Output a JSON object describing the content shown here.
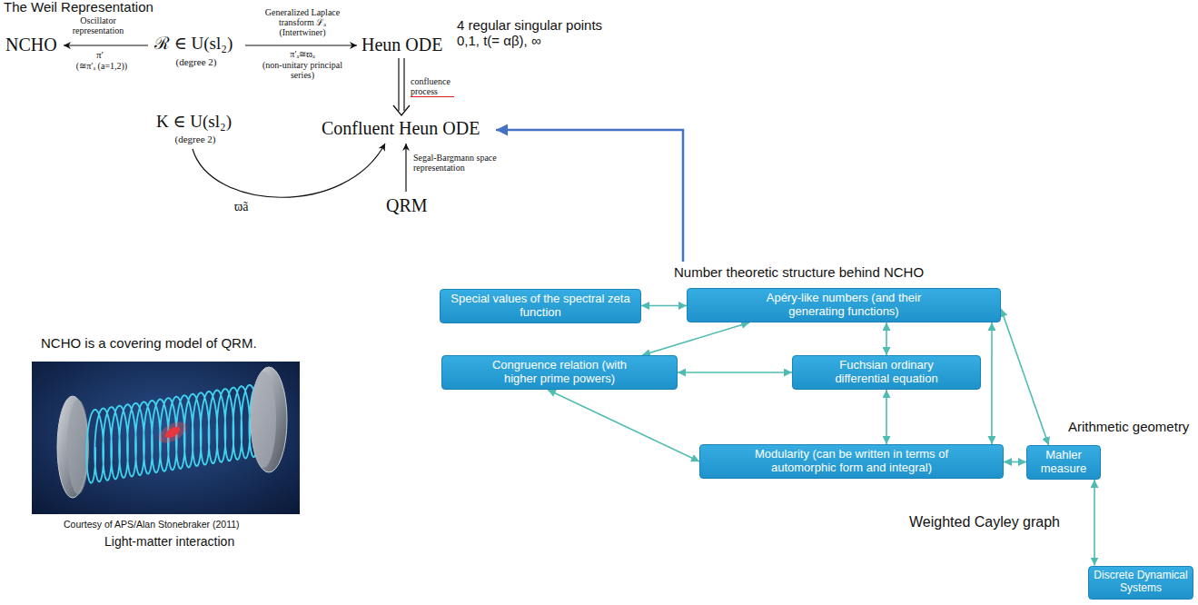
{
  "diagram": {
    "nodes": [
      {
        "text": [
          "Special values of the spectral zeta function"
        ]
      },
      {
        "text": [
          "Apéry-like numbers (and their generating functions)"
        ]
      },
      {
        "text": [
          "Congruence relation (with higher prime powers)"
        ]
      },
      {
        "text": [
          "Fuchsian ordinary differential equation"
        ]
      },
      {
        "text": [
          "Modularity (can be written in terms of automorphic form and integral)"
        ]
      },
      {
        "text": [
          "Mahler measure"
        ]
      },
      {
        "text": [
          "Discrete Dynamical Systems"
        ]
      }
    ],
    "edges": [
      {
        "from": 0,
        "to": 1,
        "arrow": "both"
      },
      {
        "from": 1,
        "to": 2,
        "arrow": "both"
      },
      {
        "from": 1,
        "to": 3,
        "arrow": "both"
      },
      {
        "from": 2,
        "to": 3,
        "arrow": "both"
      },
      {
        "from": 3,
        "to": 4,
        "arrow": "both"
      },
      {
        "from": 2,
        "to": 4,
        "arrow": "both"
      },
      {
        "from": 1,
        "to": 4,
        "arrow": "both"
      },
      {
        "from": 4,
        "to": 5,
        "arrow": "both"
      },
      {
        "from": 1,
        "to": 5,
        "arrow": "both"
      },
      {
        "from": 5,
        "to": 6,
        "arrow": "both",
        "label": "Weighted Cayley graph"
      }
    ],
    "labels": [
      "The Weil Representation",
      "Oscillator representation",
      "NCHO",
      "π′",
      "(≅π′ₐ (a=1,2))",
      "ℛ ∈ U(sl₂)",
      "(degree 2)",
      "Generalized Laplace transform ℒₐ (Intertwiner)",
      "π′ₐ≅ϖₐ",
      "(non-unitary principal series)",
      "Heun ODE",
      "4 regular singular points 0,1, t(= αβ), ∞",
      "confluence process",
      "Confluent Heun ODE",
      "K ∈ U(sl₂)",
      "(degree 2)",
      "ϖã",
      "Segal-Bargmann space representation",
      "QRM",
      "Number theoretic structure behind NCHO",
      "NCHO is a covering model of QRM.",
      "Courtesy of APS/Alan Stonebraker (2011)",
      "Light-matter interaction",
      "Arithmetic geometry"
    ]
  }
}
